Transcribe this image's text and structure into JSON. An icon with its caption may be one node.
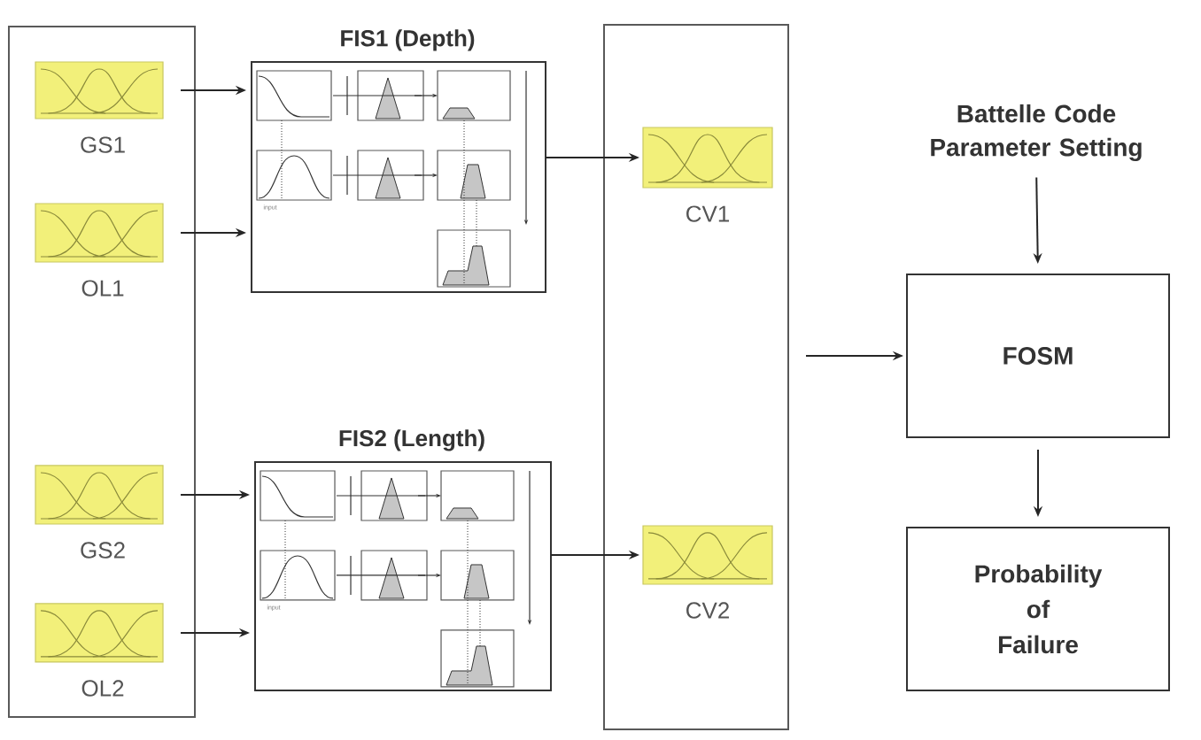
{
  "diagram": {
    "nodes": [
      {
        "text": [],
        "shape": "box"
      },
      {
        "text": [
          "GS1"
        ],
        "in": 0
      },
      {
        "text": [
          "OL1"
        ],
        "in": 0
      },
      {
        "text": [
          "GS2"
        ],
        "in": 0
      },
      {
        "text": [
          "OL2"
        ],
        "in": 0
      },
      {
        "text": [
          "FIS1 (Depth)",
          "input"
        ]
      },
      {
        "text": [
          "FIS2 (Length)",
          "input"
        ]
      },
      {
        "text": [],
        "shape": "box"
      },
      {
        "text": [
          "CV1"
        ],
        "in": 7
      },
      {
        "text": [
          "CV2"
        ],
        "in": 7
      },
      {
        "text": [
          "Battelle Code Parameter Setting"
        ]
      },
      {
        "text": [
          "FOSM"
        ]
      },
      {
        "text": [
          "Probability of Failure"
        ]
      }
    ],
    "edges": [
      {
        "from": 1,
        "to": 5,
        "arrow": "to"
      },
      {
        "from": 2,
        "to": 5,
        "arrow": "to"
      },
      {
        "from": 3,
        "to": 6,
        "arrow": "to"
      },
      {
        "from": 4,
        "to": 6,
        "arrow": "to"
      },
      {
        "from": 5,
        "to": 8,
        "arrow": "to"
      },
      {
        "from": 6,
        "to": 9,
        "arrow": "to"
      },
      {
        "from": 7,
        "to": 11,
        "arrow": "to"
      },
      {
        "from": 10,
        "to": 11,
        "arrow": "to"
      },
      {
        "from": 11,
        "to": 12,
        "arrow": "to"
      }
    ]
  }
}
